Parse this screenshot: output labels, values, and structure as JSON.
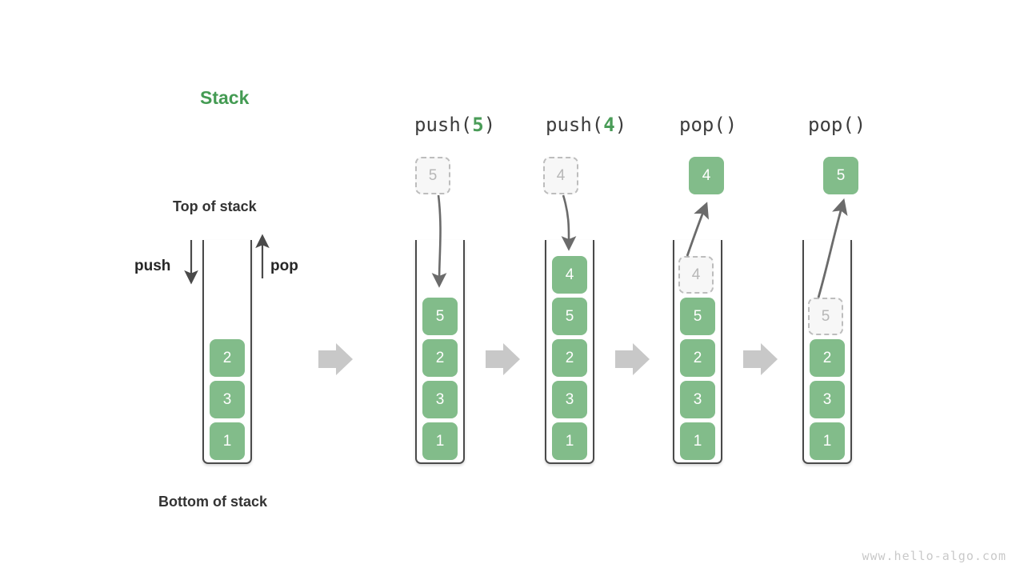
{
  "diagram": {
    "title": "Stack",
    "watermark": "www.hello-algo.com",
    "labels": {
      "top_of_stack": "Top of stack",
      "bottom_of_stack": "Bottom of stack",
      "push": "push",
      "pop": "pop"
    },
    "colors": {
      "cell_green": "#82BC8A",
      "title_green": "#449B53",
      "arg_green": "#4A9C58",
      "ghost_fill": "#F7F7F7",
      "ghost_border": "#BDBDBD",
      "ghost_text": "#B7B7B7",
      "container_stroke": "#4a4a4a",
      "flow_arrow": "#c8c8c8",
      "curve_arrow": "#6b6b6b",
      "watermark": "#c9c9c9"
    },
    "stages": [
      {
        "id": "initial",
        "header": null,
        "header_fn": null,
        "header_arg": null,
        "stack_bottom_to_top": [
          "1",
          "3",
          "2"
        ],
        "floating": null,
        "ghost_in_stack": null
      },
      {
        "id": "push-5",
        "header_fn": "push(",
        "header_arg": "5",
        "header_close": ")",
        "stack_bottom_to_top": [
          "1",
          "3",
          "2",
          "5"
        ],
        "floating": {
          "value": "5",
          "style": "ghost"
        },
        "arrow": "down-into-stack"
      },
      {
        "id": "push-4",
        "header_fn": "push(",
        "header_arg": "4",
        "header_close": ")",
        "stack_bottom_to_top": [
          "1",
          "3",
          "2",
          "5",
          "4"
        ],
        "floating": {
          "value": "4",
          "style": "ghost"
        },
        "arrow": "down-into-stack"
      },
      {
        "id": "pop-1",
        "header_fn": "pop(",
        "header_arg": "",
        "header_close": ")",
        "stack_bottom_to_top": [
          "1",
          "3",
          "2",
          "5"
        ],
        "ghost_in_stack": "4",
        "floating": {
          "value": "4",
          "style": "solid"
        },
        "arrow": "up-out-of-stack"
      },
      {
        "id": "pop-2",
        "header_fn": "pop(",
        "header_arg": "",
        "header_close": ")",
        "stack_bottom_to_top": [
          "1",
          "3",
          "2"
        ],
        "ghost_in_stack": "5",
        "floating": {
          "value": "5",
          "style": "solid"
        },
        "arrow": "up-out-of-stack"
      }
    ],
    "headers": {
      "h1_fn": "push(",
      "h1_arg": "5",
      "h1_close": ")",
      "h2_fn": "push(",
      "h2_arg": "4",
      "h2_close": ")",
      "h3_fn": "pop()",
      "h3_arg": "",
      "h3_close": "",
      "h4_fn": "pop()",
      "h4_arg": "",
      "h4_close": ""
    },
    "cells": {
      "c0": [
        "2",
        "3",
        "1"
      ],
      "c1": [
        "5",
        "2",
        "3",
        "1"
      ],
      "c2": [
        "4",
        "5",
        "2",
        "3",
        "1"
      ],
      "c3_ghost": "4",
      "c3": [
        "5",
        "2",
        "3",
        "1"
      ],
      "c3_float": "4",
      "c4_ghost": "5",
      "c4": [
        "2",
        "3",
        "1"
      ],
      "c4_float": "5",
      "c1_float": "5",
      "c2_float": "4"
    }
  }
}
